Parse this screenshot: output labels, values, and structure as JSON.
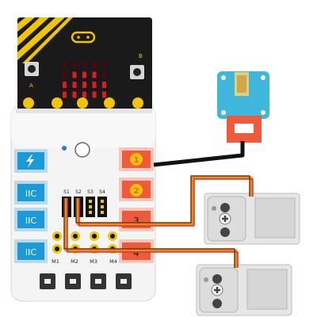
{
  "microbit": {
    "button_a_label": "A",
    "button_b_label": "B",
    "led_matrix": [
      [
        0,
        0,
        0,
        0,
        0
      ],
      [
        0,
        1,
        1,
        1,
        0
      ],
      [
        1,
        1,
        1,
        1,
        1
      ],
      [
        1,
        1,
        1,
        1,
        1
      ],
      [
        0,
        1,
        0,
        1,
        0
      ]
    ],
    "led_on_color": "#e21b23",
    "led_off_color": "#4a0a0c"
  },
  "board": {
    "left_ports": [
      {
        "icon": "lightning-icon"
      },
      {
        "label": "IIC"
      },
      {
        "label": "IIC"
      },
      {
        "label": "IIC"
      }
    ],
    "right_ports": [
      {
        "label": "1",
        "style": "circled"
      },
      {
        "label": "2",
        "style": "circled"
      },
      {
        "label": "3",
        "style": "plain"
      },
      {
        "label": "4",
        "style": "plain"
      }
    ],
    "servo_headers": [
      "S1",
      "S2",
      "S3",
      "S4"
    ],
    "motor_ports": [
      "M1",
      "M2",
      "M3",
      "M4"
    ],
    "port_color_blue": "#1a9ad6",
    "port_color_orange": "#ef5a3c"
  },
  "module": {
    "top_color": "#3fb6dc",
    "base_color": "#ef5a3c"
  },
  "wires": {
    "black": "#111111",
    "orange": "#f08a1c",
    "red": "#d2362a",
    "brown": "#6b3a1a"
  }
}
